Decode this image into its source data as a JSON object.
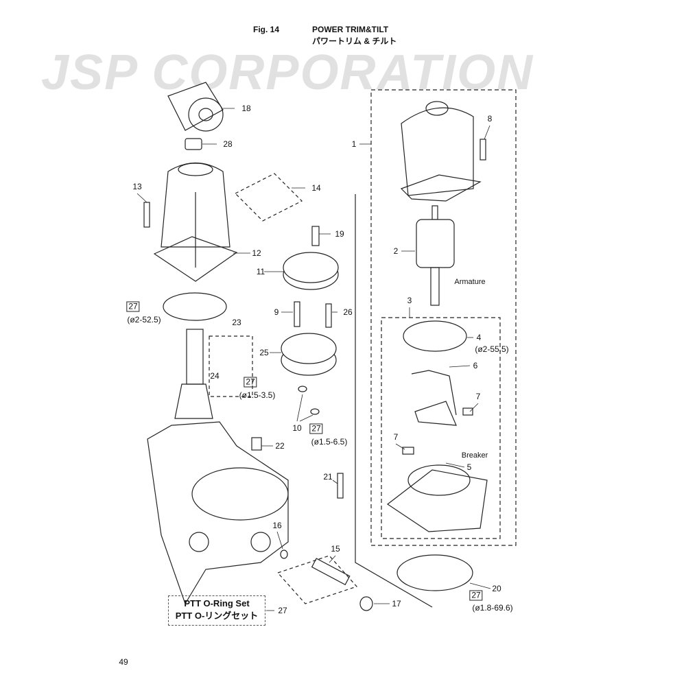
{
  "header": {
    "fig": "Fig. 14",
    "title_en": "POWER TRIM&TILT",
    "title_jp": "パワートリム & チルト"
  },
  "watermark": "JSP CORPORATION",
  "callouts": {
    "c18": "18",
    "c28": "28",
    "c13": "13",
    "c14": "14",
    "c12": "12",
    "c19": "19",
    "c11": "11",
    "c9": "9",
    "c26": "26",
    "c23": "23",
    "c25": "25",
    "c24": "24",
    "c10": "10",
    "c22": "22",
    "c21": "21",
    "c16": "16",
    "c15": "15",
    "c17": "17",
    "c27kit": "27",
    "c8": "8",
    "c1": "1",
    "c2": "2",
    "c3": "3",
    "c4": "4",
    "c6": "6",
    "c7a": "7",
    "c7b": "7",
    "c5": "5",
    "c20": "20"
  },
  "oring_refs": [
    {
      "num": "27",
      "size": "(ø2-52.5)"
    },
    {
      "num": "27",
      "size": "(ø1.5-3.5)"
    },
    {
      "num": "27",
      "size": "(ø1.5-6.5)"
    },
    {
      "num": "27",
      "size": "(ø1.8-69.6)"
    }
  ],
  "part4_size": "(ø2-55.5)",
  "notes": {
    "armature": "Armature",
    "breaker": "Breaker"
  },
  "kit": {
    "line1": "PTT O-Ring Set",
    "line2": "PTT O-リングセット"
  },
  "page_number": "49"
}
